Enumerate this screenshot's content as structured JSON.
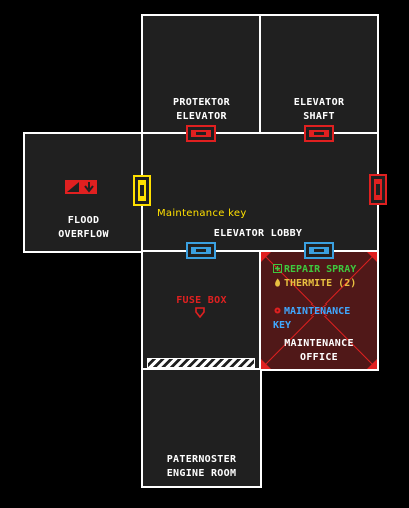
{
  "rooms": {
    "protektor_elevator": "PROTEKTOR\nELEVATOR",
    "elevator_shaft": "ELEVATOR\nSHAFT",
    "flood_overflow": "FLOOD\nOVERFLOW",
    "elevator_lobby": "ELEVATOR LOBBY",
    "fuse_box": "FUSE BOX",
    "maintenance_office": "MAINTENANCE\nOFFICE",
    "paternoster_engine_room": "PATERNOSTER\nENGINE ROOM"
  },
  "door_hint": "Maintenance key",
  "loot": [
    {
      "label": "REPAIR SPRAY",
      "color": "#3ec83e",
      "icon": "plus-icon"
    },
    {
      "label": "THERMITE (2)",
      "color": "#e8c040",
      "icon": "flame-icon"
    },
    {
      "label": "MAINTENANCE\nKEY",
      "color": "#40a8ff",
      "icon": "key-icon"
    }
  ],
  "colors": {
    "wall": "#ffffff",
    "floor": "#202020",
    "door_locked": "#e02020",
    "door_open": "#3aa0e0",
    "door_maintenance": "#ffe000",
    "office_floor": "#501818",
    "fuse_box": "#e02020"
  }
}
